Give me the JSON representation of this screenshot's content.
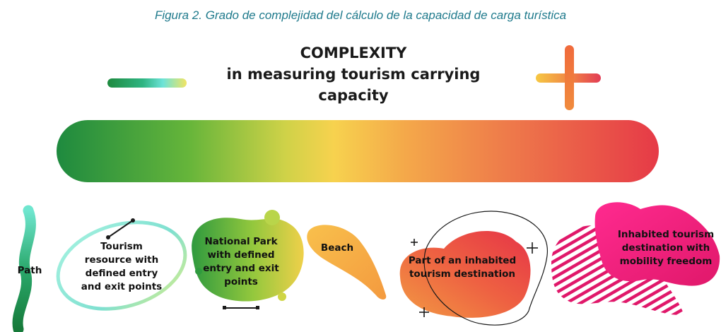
{
  "caption": "Figura 2. Grado de complejidad del cálculo de la capacidad de carga turística",
  "title": {
    "line1": "COMPLEXITY",
    "line2": "in measuring tourism carrying",
    "line3": "capacity"
  },
  "scale": {
    "low_symbol": "minus-icon",
    "high_symbol": "plus-icon",
    "gradient_colors": [
      "#1e8a3f",
      "#66b53a",
      "#f7d24e",
      "#f4a84a",
      "#ee7a4a",
      "#e63a47"
    ]
  },
  "categories": [
    {
      "id": "path",
      "label": "Path",
      "color": "#2aa05e"
    },
    {
      "id": "resource",
      "label": "Tourism resource with defined entry and exit points",
      "color": "#7fe3cf"
    },
    {
      "id": "park",
      "label": "National Park with defined entry and exit points",
      "color": "#8cc63f"
    },
    {
      "id": "beach",
      "label": "Beach",
      "color": "#f7b24a"
    },
    {
      "id": "part",
      "label": "Part of an inhabited tourism destination",
      "color": "#ee5a43"
    },
    {
      "id": "inhabited",
      "label": "Inhabited tourism destination with mobility  freedom",
      "color": "#e0186a"
    }
  ]
}
